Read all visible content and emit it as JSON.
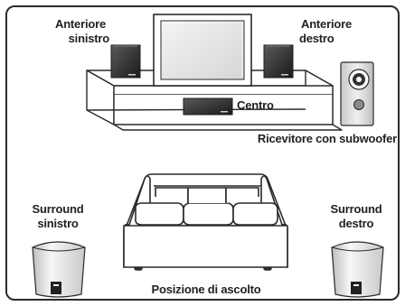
{
  "labels": {
    "front_left": [
      "Anteriore",
      "sinistro"
    ],
    "front_right": [
      "Anteriore",
      "destro"
    ],
    "center": "Centro",
    "receiver": "Ricevitore con subwoofer",
    "surround_left": [
      "Surround",
      "sinistro"
    ],
    "surround_right": [
      "Surround",
      "destro"
    ],
    "listening_position": "Posizione di ascolto"
  },
  "colors": {
    "line": "#2a2a2a",
    "speaker_dark": "#2f2f2f",
    "speaker_light": "#dedede",
    "grey_fill": "#eeeeee"
  }
}
